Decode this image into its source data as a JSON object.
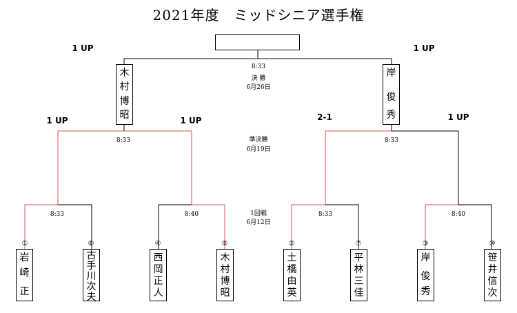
{
  "title": "2021年度　ミッドシニア選手権",
  "rounds": {
    "final": {
      "label": "決 勝",
      "date": "6月26日",
      "time": "8:33"
    },
    "semi": {
      "label": "準決勝",
      "date": "6月19日"
    },
    "first": {
      "label": "1回戦",
      "date": "6月12日"
    }
  },
  "players": [
    {
      "seed": "①",
      "chars": [
        "岩",
        "崎",
        "",
        "正"
      ]
    },
    {
      "seed": "⑧",
      "chars": [
        "古",
        "手",
        "川",
        "次",
        "夫"
      ]
    },
    {
      "seed": "④",
      "chars": [
        "西",
        "岡",
        "正",
        "人"
      ]
    },
    {
      "seed": "⑤",
      "chars": [
        "木",
        "村",
        "博",
        "昭"
      ]
    },
    {
      "seed": "②",
      "chars": [
        "土",
        "橋",
        "由",
        "英"
      ]
    },
    {
      "seed": "⑦",
      "chars": [
        "平",
        "林",
        "三",
        "佳"
      ]
    },
    {
      "seed": "③",
      "chars": [
        "岸",
        "",
        "俊",
        "秀"
      ]
    },
    {
      "seed": "⑩",
      "chars": [
        "笹",
        "井",
        "信",
        "次"
      ]
    }
  ],
  "first_round_times": [
    "8:33",
    "8:40",
    "8:33",
    "8:40"
  ],
  "semi_times": [
    "8:33",
    "8:33"
  ],
  "semi_winners": [
    {
      "chars": [
        "木",
        "村",
        "博",
        "昭"
      ]
    },
    {
      "chars": [
        "岸",
        "",
        "俊",
        "秀"
      ]
    }
  ],
  "scores": {
    "first_round": [
      "1 UP",
      "1 UP",
      "2-1",
      "1 UP"
    ],
    "semi": [
      "1 UP",
      "1 UP"
    ]
  },
  "champion": "",
  "colors": {
    "winner_line": "#e05050",
    "line": "#000000"
  }
}
